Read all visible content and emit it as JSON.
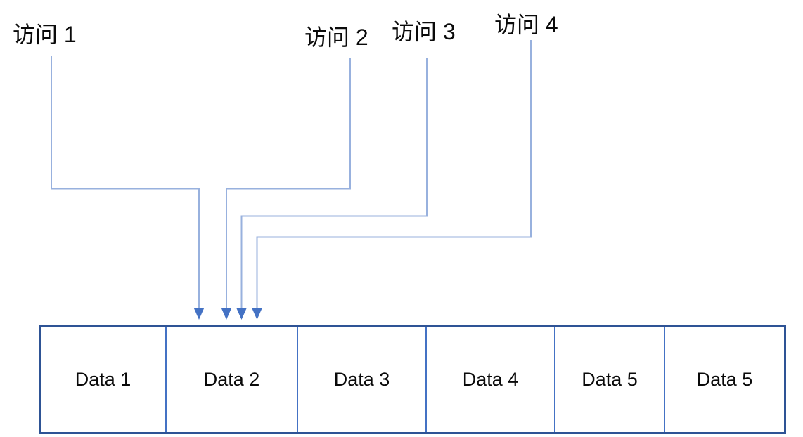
{
  "diagram": {
    "title_semantic": "memory-access-pattern-diagram",
    "access_labels": [
      {
        "text": "访问 1"
      },
      {
        "text": "访问 2"
      },
      {
        "text": "访问 3"
      },
      {
        "text": "访问 4"
      }
    ],
    "cells": [
      {
        "label": "Data 1"
      },
      {
        "label": "Data 2"
      },
      {
        "label": "Data 3"
      },
      {
        "label": "Data 4"
      },
      {
        "label": "Data 5"
      },
      {
        "label": "Data 5"
      }
    ],
    "arrows_target_cell": "Data 2",
    "colors": {
      "connector_line": "#98B1DE",
      "arrowhead": "#4472C4",
      "cell_divider": "#4472C4",
      "outer_border": "#2E5395",
      "text": "#0A0A0A",
      "background": "#FFFFFF"
    }
  }
}
